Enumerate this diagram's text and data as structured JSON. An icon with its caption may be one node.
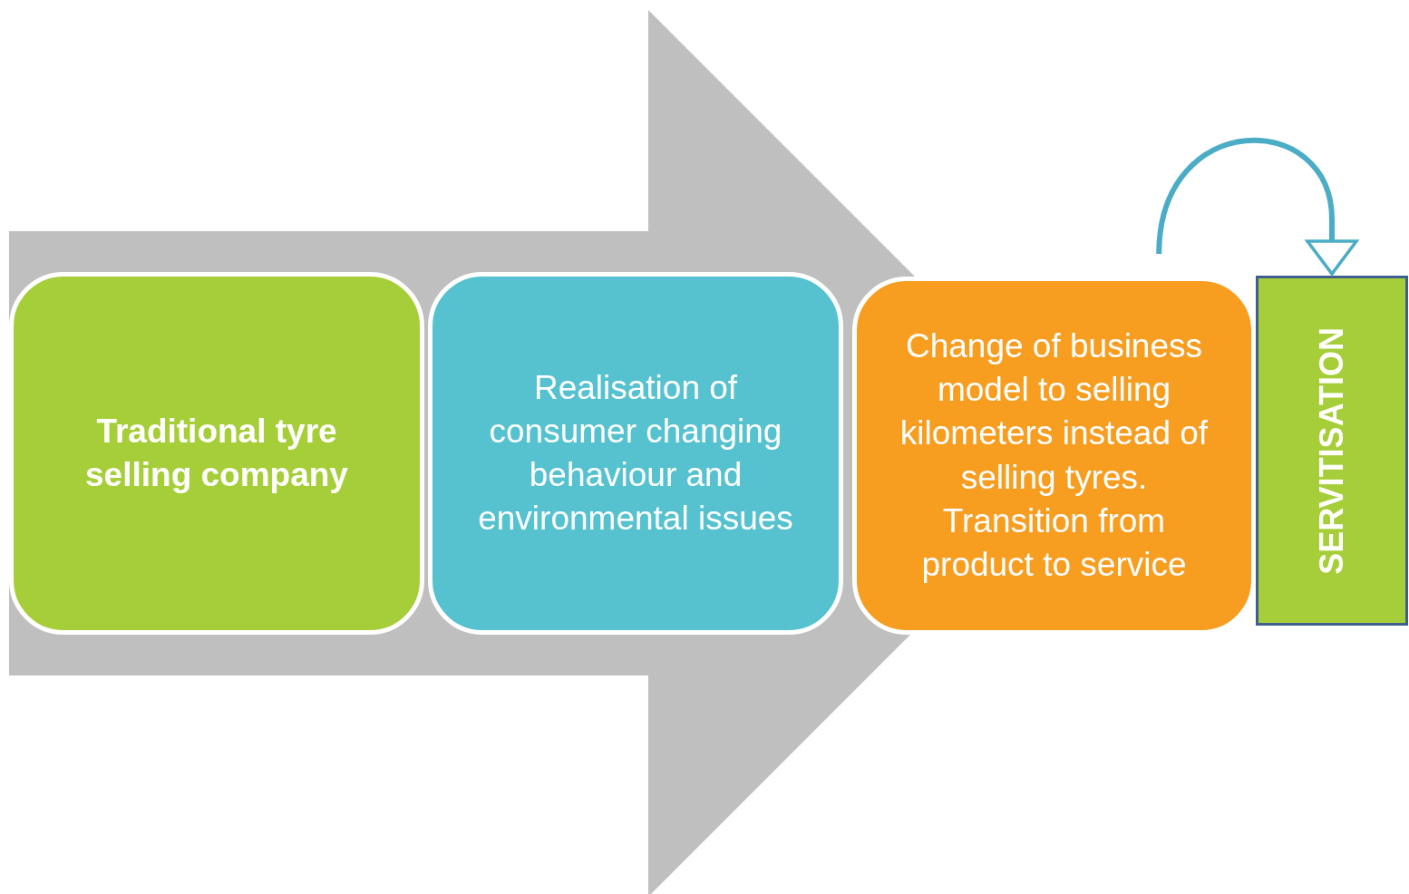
{
  "diagram": {
    "nodes": [
      {
        "text": [
          "Traditional tyre selling company"
        ]
      },
      {
        "text": [
          "Realisation of consumer changing behaviour and environmental issues"
        ]
      },
      {
        "text": [
          "Change of business model to selling kilometers instead of selling tyres. Transition from product to service"
        ]
      },
      {
        "text": [
          "SERVITISATION"
        ]
      }
    ],
    "edges": [
      {
        "from": 2,
        "to": 3,
        "arrow": "to"
      },
      {
        "from": 0,
        "to": 2,
        "arrow": "to",
        "style": "thick",
        "color": "#bfbfbf"
      }
    ]
  }
}
